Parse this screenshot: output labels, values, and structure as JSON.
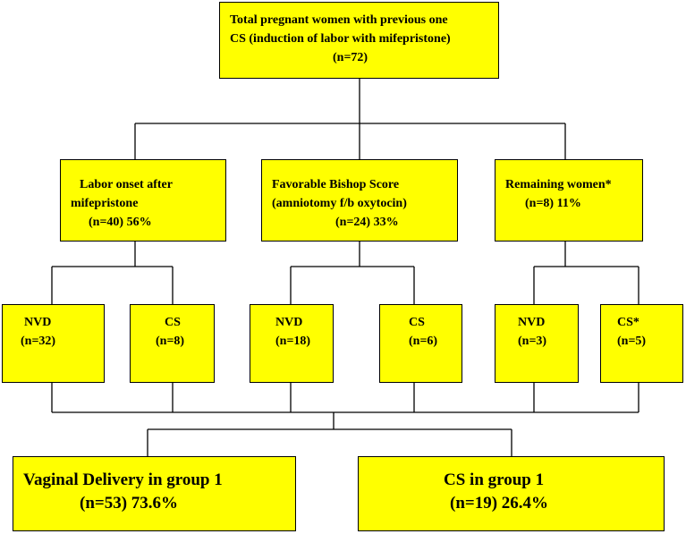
{
  "colors": {
    "box_fill": "#ffff00",
    "line": "#000000",
    "background": "#ffffff"
  },
  "root": {
    "line1": "Total pregnant women with previous one",
    "line2": "CS (induction of labor with mifepristone)",
    "line3": "(n=72)"
  },
  "level2": {
    "labor_onset": {
      "line1": "Labor onset after",
      "line2": "mifepristone",
      "line3": "(n=40) 56%"
    },
    "bishop": {
      "line1": "Favorable Bishop Score",
      "line2": "(amniotomy f/b oxytocin)",
      "line3": "(n=24) 33%"
    },
    "remaining": {
      "line1": "Remaining women*",
      "line2": "(n=8) 11%"
    }
  },
  "level3": {
    "labor_nvd": {
      "label": "NVD",
      "count": "(n=32)"
    },
    "labor_cs": {
      "label": "CS",
      "count": "(n=8)"
    },
    "bishop_nvd": {
      "label": "NVD",
      "count": "(n=18)"
    },
    "bishop_cs": {
      "label": "CS",
      "count": "(n=6)"
    },
    "remaining_nvd": {
      "label": "NVD",
      "count": "(n=3)"
    },
    "remaining_cs": {
      "label": "CS*",
      "count": "(n=5)"
    }
  },
  "outcome": {
    "vaginal": {
      "line1": "Vaginal Delivery in group 1",
      "line2": "(n=53) 73.6%"
    },
    "cs": {
      "line1": "CS in group 1",
      "line2": "(n=19) 26.4%"
    }
  }
}
